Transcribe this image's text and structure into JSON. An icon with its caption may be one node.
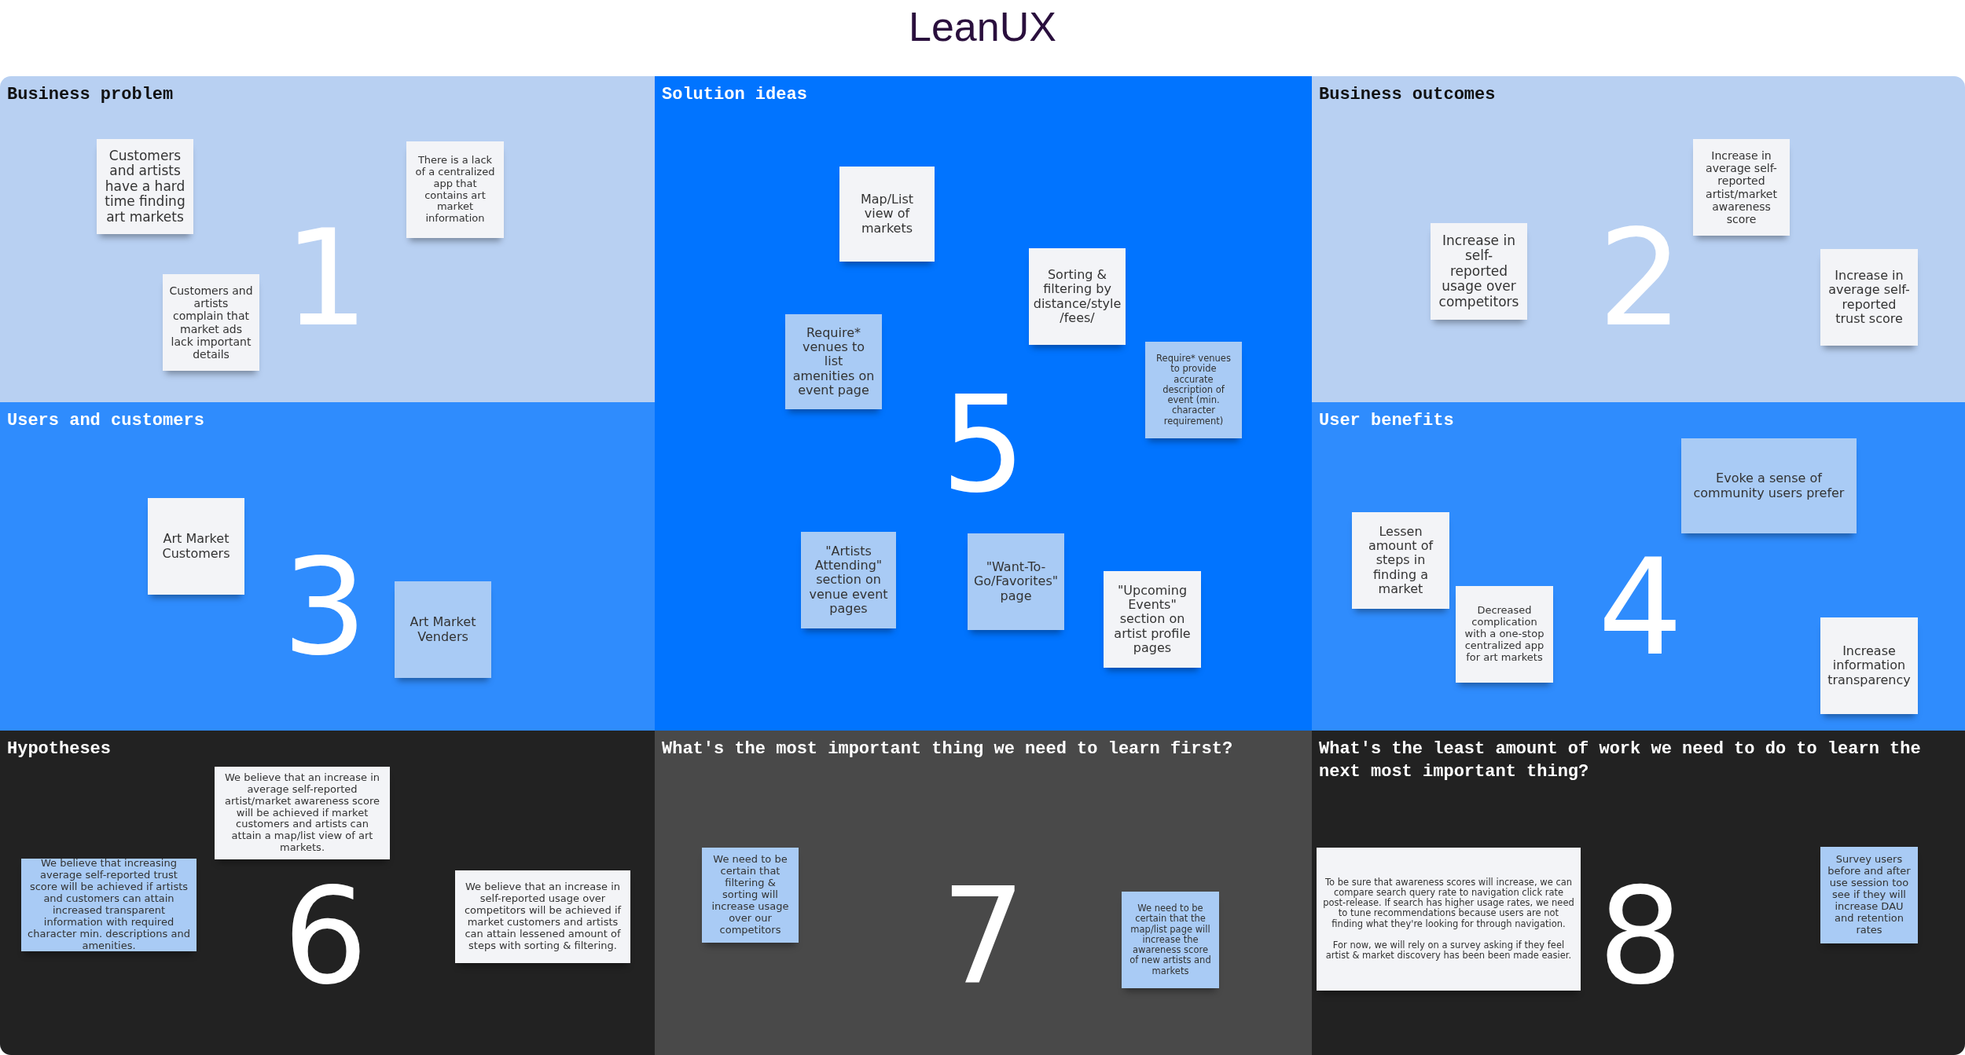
{
  "diagram": {
    "title": "LeanUX",
    "nodes": [
      {
        "text": [
          "Business problem",
          "1"
        ]
      },
      {
        "text": [
          "Customers and artists have a hard time finding art markets"
        ],
        "in": 0
      },
      {
        "text": [
          "There is a lack of a centralized app that contains art market information"
        ],
        "in": 0
      },
      {
        "text": [
          "Customers and artists complain that market ads lack important details"
        ],
        "in": 0
      },
      {
        "text": [
          "Solution ideas",
          "5"
        ]
      },
      {
        "text": [
          "Map/List view of markets"
        ],
        "in": 4
      },
      {
        "text": [
          "Sorting & filtering by distance/style /fees/"
        ],
        "in": 4
      },
      {
        "text": [
          "Require* venues to list amenities on event page"
        ],
        "in": 4
      },
      {
        "text": [
          "Require* venues to provide accurate description of event (min. character requirement)"
        ],
        "in": 4
      },
      {
        "text": [
          "\"Artists Attending\" section on venue event pages"
        ],
        "in": 4
      },
      {
        "text": [
          "\"Want-To-Go/Favorites\" page"
        ],
        "in": 4
      },
      {
        "text": [
          "\"Upcoming Events\" section on artist profile pages"
        ],
        "in": 4
      },
      {
        "text": [
          "Business outcomes",
          "2"
        ]
      },
      {
        "text": [
          "Increase in average self-reported artist/market awareness score"
        ],
        "in": 12
      },
      {
        "text": [
          "Increase in self-reported usage over competitors"
        ],
        "in": 12
      },
      {
        "text": [
          "Increase in average self-reported trust score"
        ],
        "in": 12
      },
      {
        "text": [
          "Users and customers",
          "3"
        ]
      },
      {
        "text": [
          "Art Market Customers"
        ],
        "in": 16
      },
      {
        "text": [
          "Art Market Venders"
        ],
        "in": 16
      },
      {
        "text": [
          "User benefits",
          "4"
        ]
      },
      {
        "text": [
          "Evoke a sense of community users prefer"
        ],
        "in": 19
      },
      {
        "text": [
          "Lessen amount of steps in finding a market"
        ],
        "in": 19
      },
      {
        "text": [
          "Decreased complication with a one-stop centralized app for art markets"
        ],
        "in": 19
      },
      {
        "text": [
          "Increase information transparency"
        ],
        "in": 19
      },
      {
        "text": [
          "Hypotheses",
          "6"
        ]
      },
      {
        "text": [
          "We believe that an increase in average self-reported artist/market awareness score will be achieved if market customers and artists can attain a map/list view of art markets."
        ],
        "in": 24
      },
      {
        "text": [
          "We believe that increasing average self-reported trust score will be achieved if artists and customers can attain increased transparent information with required character min. descriptions and amenities."
        ],
        "in": 24
      },
      {
        "text": [
          "We believe that an increase in self-reported usage over competitors will be achieved if market customers and artists can attain lessened amount of steps with sorting & filtering."
        ],
        "in": 24
      },
      {
        "text": [
          "What's the most important thing we need to learn first?",
          "7"
        ]
      },
      {
        "text": [
          "We need to be certain that filtering & sorting will increase usage over our competitors"
        ],
        "in": 28
      },
      {
        "text": [
          "We need to be certain that the map/list page will increase the awareness score of new artists and markets"
        ],
        "in": 28
      },
      {
        "text": [
          "What's the least amount of work we need to do to learn the next most important thing?",
          "8"
        ]
      },
      {
        "text": [
          "To be sure that awareness scores will increase, we can compare search query rate to navigation click rate post-release. If search has higher usage rates, we need to tune recommendations because users are not finding what they're looking for through navigation.",
          "For now, we will rely on a survey asking if they feel artist & market discovery has been been made easier."
        ],
        "in": 31
      },
      {
        "text": [
          "Survey users before and after use session too see if they will increase DAU and retention rates"
        ],
        "in": 31
      }
    ]
  }
}
